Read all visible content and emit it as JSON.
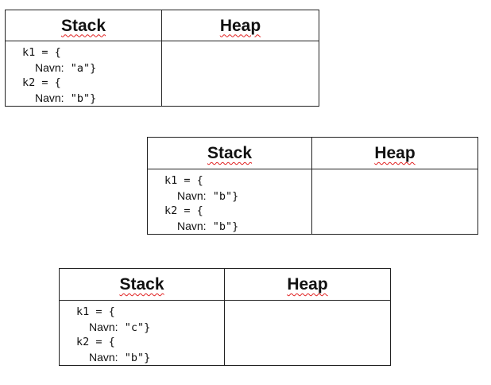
{
  "diagrams": [
    {
      "stack_header": "Stack",
      "heap_header": "Heap",
      "lines": [
        {
          "var": "k1 = {",
          "field": "Navn:",
          "value": "\"a\"}"
        },
        {
          "var": "k2 = {",
          "field": "Navn:",
          "value": "\"b\"}"
        }
      ]
    },
    {
      "stack_header": "Stack",
      "heap_header": "Heap",
      "lines": [
        {
          "var": "k1 = {",
          "field": "Navn:",
          "value": "\"b\"}"
        },
        {
          "var": "k2 = {",
          "field": "Navn:",
          "value": "\"b\"}"
        }
      ]
    },
    {
      "stack_header": "Stack",
      "heap_header": "Heap",
      "lines": [
        {
          "var": "k1 = {",
          "field": "Navn:",
          "value": "\"c\"}"
        },
        {
          "var": "k2 = {",
          "field": "Navn:",
          "value": "\"b\"}"
        }
      ]
    }
  ]
}
